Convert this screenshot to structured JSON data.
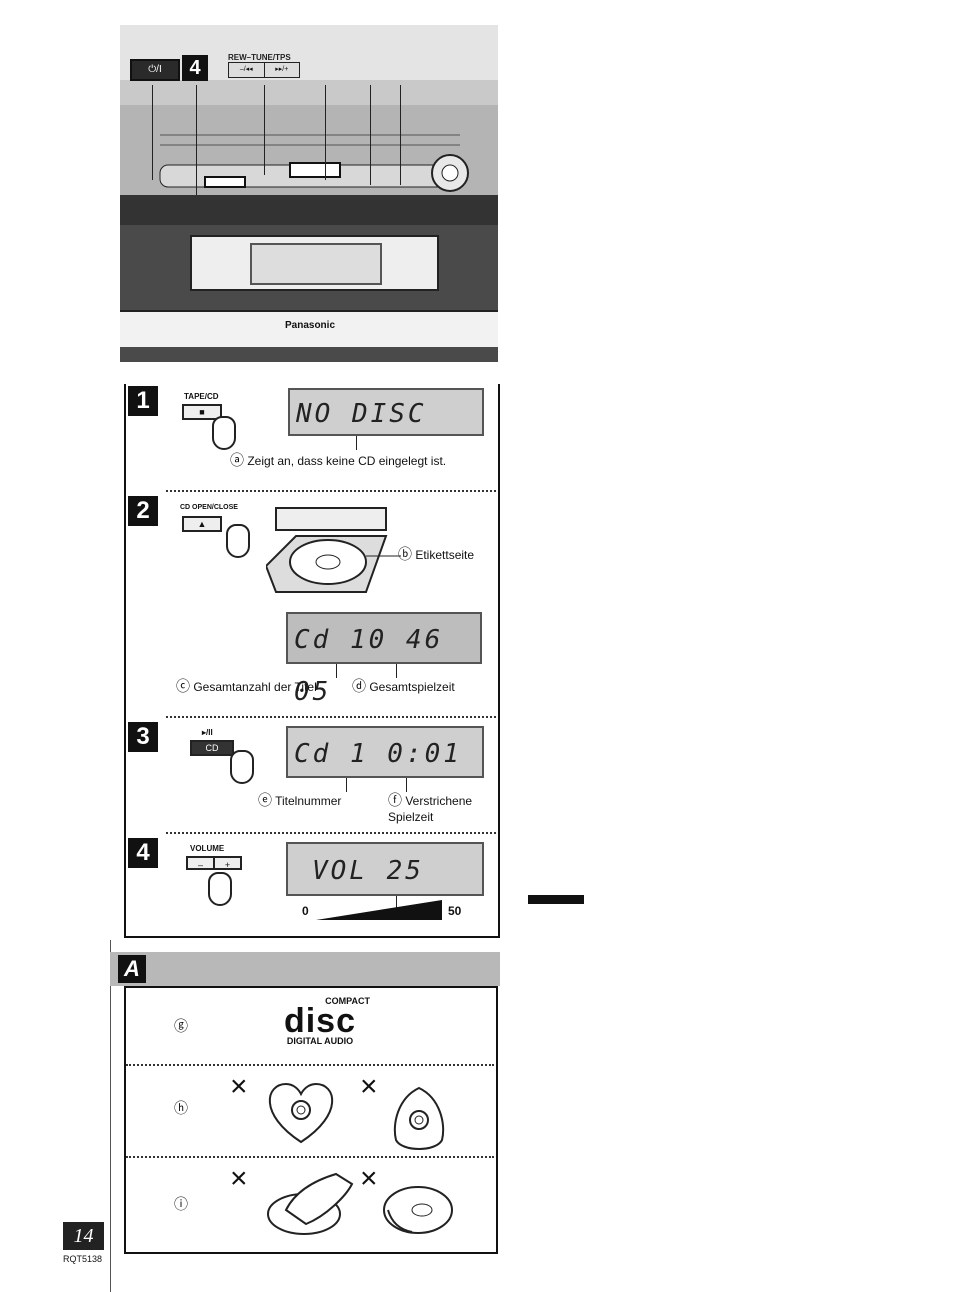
{
  "device": {
    "step_badge": "4",
    "power_button": "⏻/I",
    "rew_tune_label": "REW–TUNE/TPS",
    "rew_left": "–/◂◂",
    "rew_right": "▸▸/+",
    "brand": "Panasonic"
  },
  "steps": [
    {
      "number": "1",
      "key_label": "TAPE/CD",
      "key_face": "■",
      "lcd": "NO DISC",
      "captions": [
        {
          "marker": "ⓐ",
          "text": "Zeigt an, dass keine CD eingelegt ist."
        }
      ]
    },
    {
      "number": "2",
      "key_label": "CD OPEN/CLOSE",
      "key_face": "▲",
      "lcd": "Cd 10 46 05",
      "captions": [
        {
          "marker": "ⓑ",
          "text": "Etikettseite"
        },
        {
          "marker": "ⓒ",
          "text": "Gesamtanzahl der Titel"
        },
        {
          "marker": "ⓓ",
          "text": "Gesamtspielzeit"
        }
      ]
    },
    {
      "number": "3",
      "key_label": "▸/II",
      "key_face": "CD",
      "lcd": "Cd 1 0:01",
      "captions": [
        {
          "marker": "ⓔ",
          "text": "Titelnummer"
        },
        {
          "marker": "ⓕ",
          "text": "Verstrichene Spielzeit"
        }
      ]
    },
    {
      "number": "4",
      "key_label": "VOLUME",
      "key_minus": "–",
      "key_plus": "+",
      "lcd": "VOL 25",
      "scale_min": "0",
      "scale_max": "50"
    }
  ],
  "section_a": {
    "letter": "A",
    "rows": [
      {
        "marker": "ⓖ",
        "logo_top": "COMPACT",
        "logo_mid": "disc",
        "logo_bottom": "DIGITAL AUDIO"
      },
      {
        "marker": "ⓗ",
        "cross": "×"
      },
      {
        "marker": "ⓘ",
        "cross": "×"
      }
    ]
  },
  "footer": {
    "page_number": "14",
    "code": "RQT5138"
  }
}
